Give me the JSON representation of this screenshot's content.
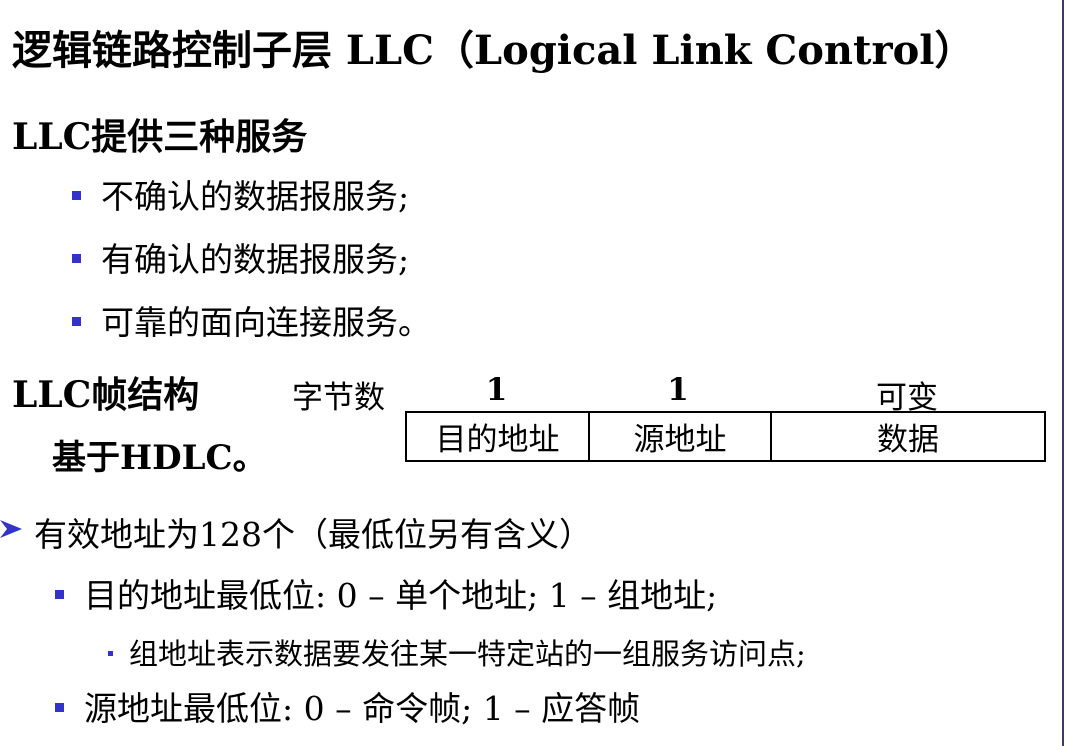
{
  "title": "逻辑链路控制子层 LLC（Logical Link Control）",
  "services": {
    "heading": "LLC提供三种服务",
    "items": [
      "不确认的数据报服务;",
      "有确认的数据报服务;",
      "可靠的面向连接服务。"
    ]
  },
  "frame": {
    "heading": "LLC帧结构",
    "note": "基于HDLC。",
    "bytes_label": "字节数",
    "byte_counts": [
      "1",
      "1",
      "可变"
    ],
    "fields": [
      "目的地址",
      "源地址",
      "数据"
    ]
  },
  "address": {
    "main": "有效地址为128个（最低位另有含义）",
    "dest_low_bit": "目的地址最低位:  0 – 单个地址;  1 – 组地址;",
    "group_note": "组地址表示数据要发往某一特定站的一组服务访问点;",
    "src_low_bit": "源地址最低位:   0 – 命令帧;  1 – 应答帧"
  },
  "colors": {
    "bullet": "#3333cc",
    "text": "#000000"
  }
}
